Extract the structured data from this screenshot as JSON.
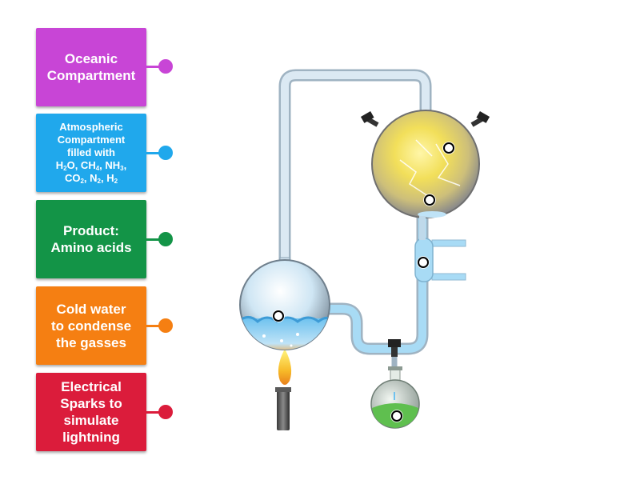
{
  "colors": {
    "oceanic": "#c845d6",
    "atmospheric": "#20a8ec",
    "product": "#139447",
    "cold_water": "#f57f12",
    "sparks": "#db1c3b"
  },
  "labels": {
    "oceanic": {
      "line1": "Oceanic",
      "line2": "Compartment"
    },
    "atmospheric": {
      "line1": "Atmospheric",
      "line2": "Compartment",
      "line3": "filled with",
      "line4": [
        "H",
        "2",
        "O, CH",
        "4",
        ", NH",
        "3",
        ","
      ],
      "line5": [
        "CO",
        "2",
        ", N",
        "2",
        ", H",
        "2"
      ]
    },
    "product": {
      "line1": "Product:",
      "line2": "Amino acids"
    },
    "cold_water": {
      "line1": "Cold water",
      "line2": "to condense",
      "line3": "the gasses"
    },
    "sparks": {
      "line1": "Electrical",
      "line2": "Sparks to",
      "line3": "simulate",
      "line4": "lightning"
    }
  }
}
